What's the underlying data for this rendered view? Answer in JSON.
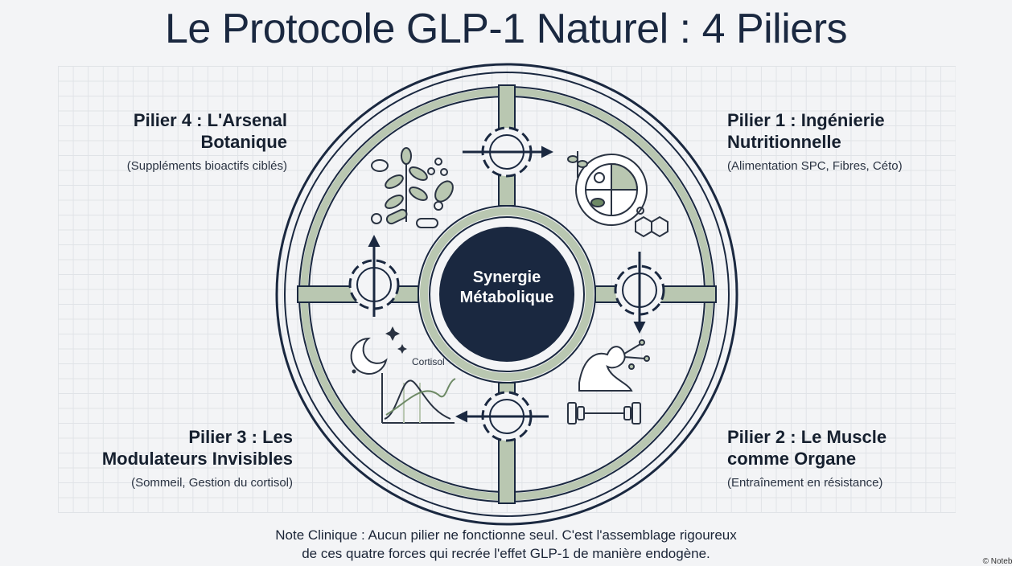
{
  "title": "Le Protocole GLP-1 Naturel : 4 Piliers",
  "center": {
    "line1": "Synergie",
    "line2": "Métabolique"
  },
  "pillars": {
    "p4": {
      "title1": "Pilier 4 : L'Arsenal",
      "title2": "Botanique",
      "desc": "(Suppléments bioactifs ciblés)"
    },
    "p1": {
      "title1": "Pilier 1 : Ingénierie",
      "title2": "Nutritionnelle",
      "desc": "(Alimentation SPC, Fibres, Céto)"
    },
    "p3": {
      "title1": "Pilier 3 : Les",
      "title2": "Modulateurs Invisibles",
      "desc": "(Sommeil, Gestion du cortisol)"
    },
    "p2": {
      "title1": "Pilier 2 : Le Muscle",
      "title2": "comme Organe",
      "desc": "(Entraînement en résistance)"
    }
  },
  "cortisol_label": "Cortisol",
  "note": {
    "line1": "Note Clinique : Aucun pilier ne fonctionne seul. C'est l'assemblage rigoureux",
    "line2": "de ces quatre forces qui recrée l'effet GLP-1 de manière endogène."
  },
  "corner": "© Notebo",
  "colors": {
    "navy": "#1a2840",
    "sage": "#b9c7b1",
    "sage_dark": "#6e8a66",
    "ink": "#2a3342"
  }
}
